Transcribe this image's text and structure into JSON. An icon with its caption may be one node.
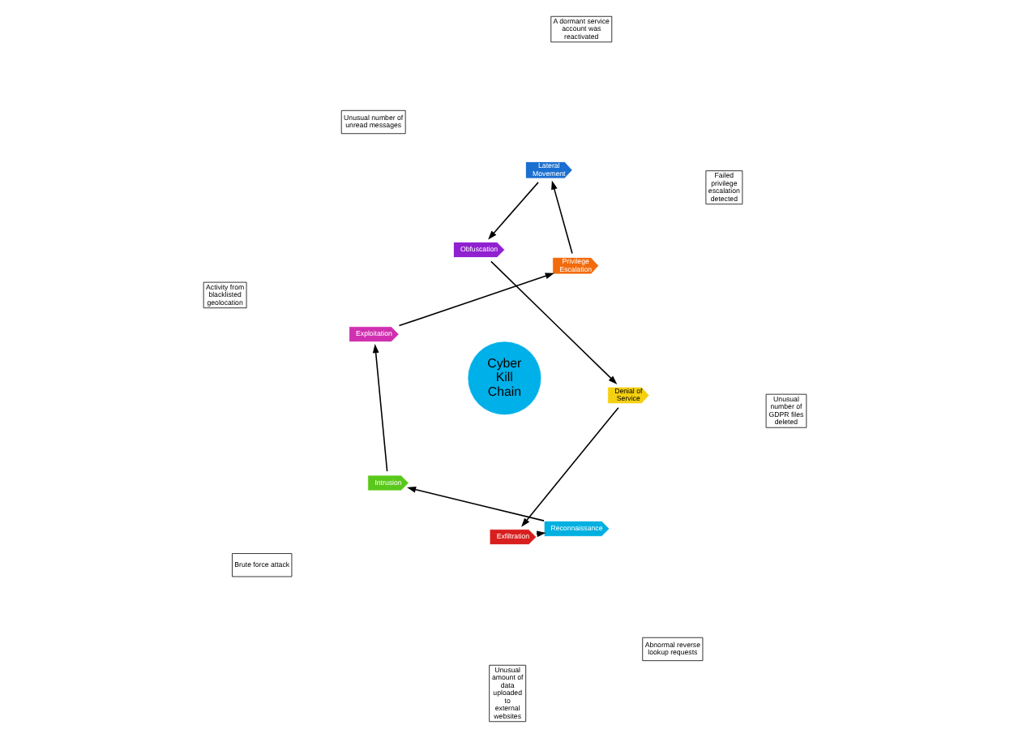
{
  "diagram": {
    "nodes": [
      {
        "text": [
          "Cyber Kill Chain"
        ]
      },
      {
        "text": [
          "Reconnaissance"
        ]
      },
      {
        "text": [
          "Intrusion"
        ]
      },
      {
        "text": [
          "Exploitation"
        ]
      },
      {
        "text": [
          "Privilege Escalation"
        ]
      },
      {
        "text": [
          "Lateral Movement"
        ]
      },
      {
        "text": [
          "Obfuscation"
        ]
      },
      {
        "text": [
          "Denial of Service"
        ]
      },
      {
        "text": [
          "Exfiltration"
        ]
      },
      {
        "text": [
          "Abnormal reverse lookup requests"
        ]
      },
      {
        "text": [
          "Brute force attack"
        ]
      },
      {
        "text": [
          "Activity from blacklisted geolocation"
        ]
      },
      {
        "text": [
          "Failed privilege escalation detected"
        ]
      },
      {
        "text": [
          "A dormant service account was reactivated"
        ]
      },
      {
        "text": [
          "Unusual number of unread messages"
        ]
      },
      {
        "text": [
          "Unusual number of GDPR files deleted"
        ]
      },
      {
        "text": [
          "Unusual amount of data uploaded to external websites"
        ]
      }
    ],
    "edges": [
      {
        "from": 1,
        "to": 2,
        "arrow": "to"
      },
      {
        "from": 2,
        "to": 3,
        "arrow": "to"
      },
      {
        "from": 3,
        "to": 4,
        "arrow": "to"
      },
      {
        "from": 4,
        "to": 5,
        "arrow": "to"
      },
      {
        "from": 5,
        "to": 6,
        "arrow": "to"
      },
      {
        "from": 6,
        "to": 7,
        "arrow": "to"
      },
      {
        "from": 7,
        "to": 8,
        "arrow": "to"
      },
      {
        "from": 8,
        "to": 1,
        "arrow": "to"
      }
    ]
  }
}
